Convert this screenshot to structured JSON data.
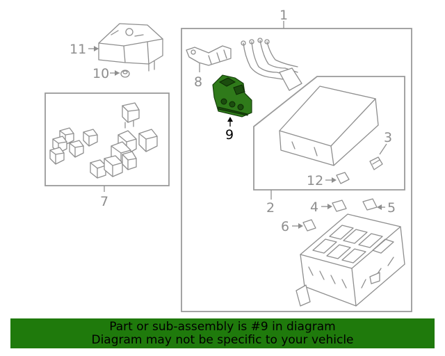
{
  "callouts": {
    "c1": "1",
    "c2": "2",
    "c3": "3",
    "c4": "4",
    "c5": "5",
    "c6": "6",
    "c7": "7",
    "c8": "8",
    "c9": "9",
    "c10": "10",
    "c11": "11",
    "c12": "12"
  },
  "highlight": {
    "part": "9",
    "color": "#2f7a1a"
  },
  "banner": {
    "line1": "Part or sub-assembly is #9 in diagram",
    "line2": "Diagram may not be specific to your vehicle",
    "background": "#1f7a0c"
  }
}
